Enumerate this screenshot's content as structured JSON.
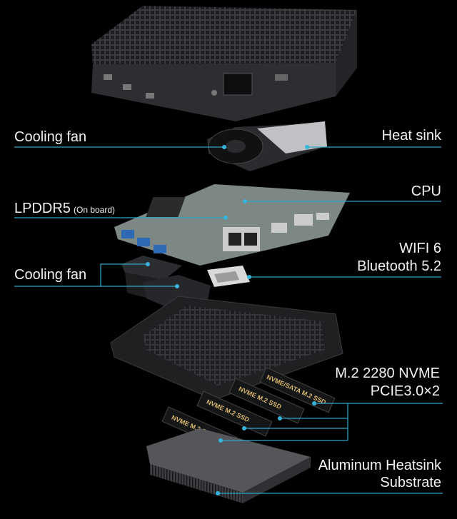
{
  "labels": {
    "cooling_fan_top": "Cooling fan",
    "heat_sink": "Heat sink",
    "cpu": "CPU",
    "lpddr5": "LPDDR5",
    "lpddr5_note": "(On board)",
    "wifi_line1": "WIFI 6",
    "wifi_line2": "Bluetooth 5.2",
    "cooling_fan_bottom": "Cooling fan",
    "m2_line1": "M.2 2280 NVME",
    "m2_line2": "PCIE3.0×2",
    "heatsink_line1": "Aluminum Heatsink",
    "heatsink_line2": "Substrate"
  },
  "ssd_labels": [
    "NVME M.2 SSD",
    "NVME M.2 SSD",
    "NVME M.2 SSD",
    "NVME/SATA M.2 SSD"
  ],
  "colors": {
    "background": "#000000",
    "leader_line": "#2fa7c9",
    "text": "#f2f2f2"
  }
}
